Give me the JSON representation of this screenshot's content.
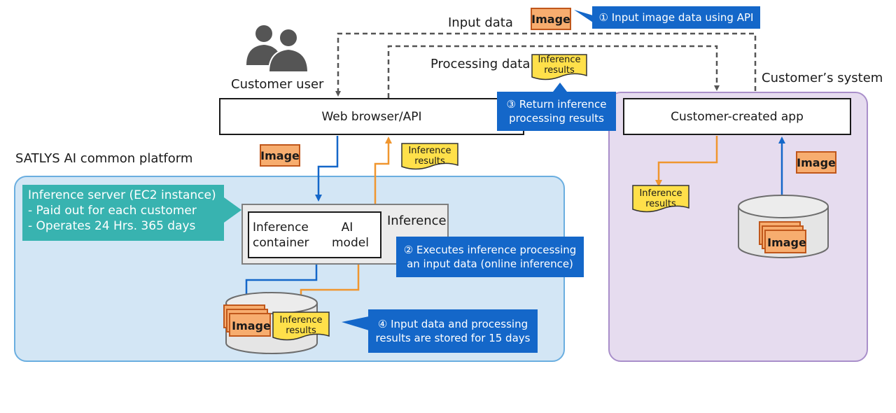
{
  "regions": {
    "platform_title": "SATLYS AI common platform",
    "customer_system_title": "Customer’s system"
  },
  "labels": {
    "customer_user": "Customer user",
    "input_data": "Input data",
    "processing_data": "Processing data",
    "inference_label": "Inference"
  },
  "nodes": {
    "web_browser_api": "Web browser/API",
    "customer_created_app": "Customer-created app",
    "inference_container_line1": "Inference",
    "inference_container_line2": "container",
    "ai_model_line1": "AI",
    "ai_model_line2": "model"
  },
  "artifacts": {
    "image": "Image",
    "inference_results_line1": "Inference",
    "inference_results_line2": "results"
  },
  "notes": {
    "server_line1": "Inference server (EC2 instance)",
    "server_line2": "- Paid out for each customer",
    "server_line3": "- Operates 24 Hrs. 365 days"
  },
  "callouts": {
    "step1": "① Input image data using API",
    "step2_line1": "② Executes inference processing",
    "step2_line2": "an input data (online inference)",
    "step3_line1": "③ Return inference",
    "step3_line2": "processing results",
    "step4_line1": "④ Input data and processing",
    "step4_line2": "results are stored for 15 days"
  },
  "colors": {
    "blue_arrow": "#1467c9",
    "orange_arrow": "#f0962f",
    "dashed_arrow": "#555555",
    "callout_bg": "#1467c9",
    "teal_note": "#38b3b0",
    "image_fill": "#f7ad6f",
    "results_fill": "#ffe04a"
  },
  "icons": {
    "users": "users-icon"
  }
}
